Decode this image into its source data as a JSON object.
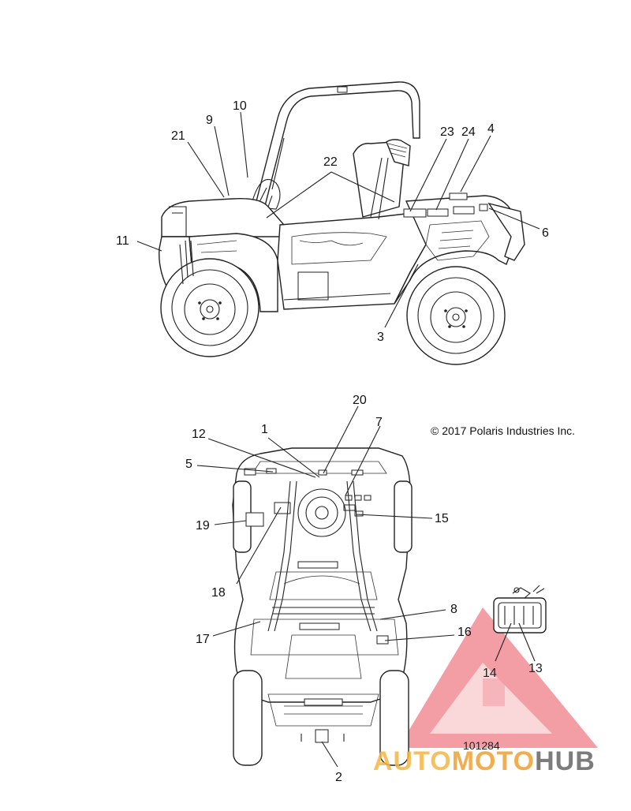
{
  "diagram": {
    "copyright": "© 2017 Polaris Industries Inc.",
    "part_number": "101284",
    "callouts_side": [
      "1",
      "2",
      "3",
      "4",
      "5",
      "6",
      "7",
      "8",
      "9",
      "10",
      "11",
      "12",
      "13",
      "14",
      "15",
      "16",
      "17",
      "18",
      "19",
      "20",
      "21",
      "22",
      "23",
      "24"
    ],
    "labels": {
      "c1": "1",
      "c2": "2",
      "c3": "3",
      "c4": "4",
      "c5": "5",
      "c6": "6",
      "c7": "7",
      "c8": "8",
      "c9": "9",
      "c10": "10",
      "c11": "11",
      "c12": "12",
      "c13": "13",
      "c14": "14",
      "c15": "15",
      "c16": "16",
      "c17": "17",
      "c18": "18",
      "c19": "19",
      "c20": "20",
      "c21": "21",
      "c22": "22",
      "c23": "23",
      "c24": "24"
    },
    "colors": {
      "line": "#222222",
      "watermark_red": "#e8505b",
      "watermark_orange": "#f5a623",
      "watermark_gray": "#555555"
    }
  },
  "watermark": {
    "part1": "AUTO",
    "part2": "MOTO",
    "part3": "HUB"
  }
}
